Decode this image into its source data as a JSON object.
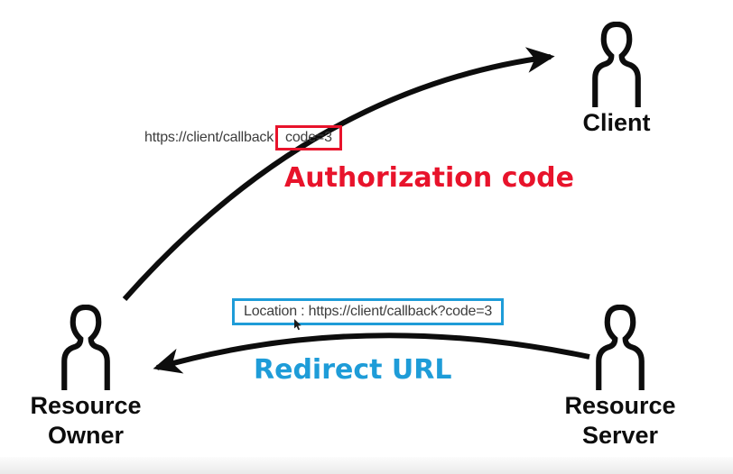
{
  "colors": {
    "red": "#e8132b",
    "blue": "#1e9cd8",
    "ink": "#0d0d0d",
    "urltext": "#3d3d3d"
  },
  "flows": {
    "authorization": {
      "url_prefix": "https://client/callback",
      "code_param": "code=3",
      "label": "Authorization code"
    },
    "redirect": {
      "location_header": "Location : https://client/callback?code=3",
      "label": "Redirect URL"
    }
  },
  "actors": {
    "client": {
      "label": "Client",
      "icon": "person-icon"
    },
    "resource_owner": {
      "line1": "Resource",
      "line2": "Owner",
      "icon": "person-icon"
    },
    "resource_server": {
      "line1": "Resource",
      "line2": "Server",
      "icon": "person-icon"
    }
  },
  "cursor": {
    "icon": "mouse-cursor-icon"
  }
}
